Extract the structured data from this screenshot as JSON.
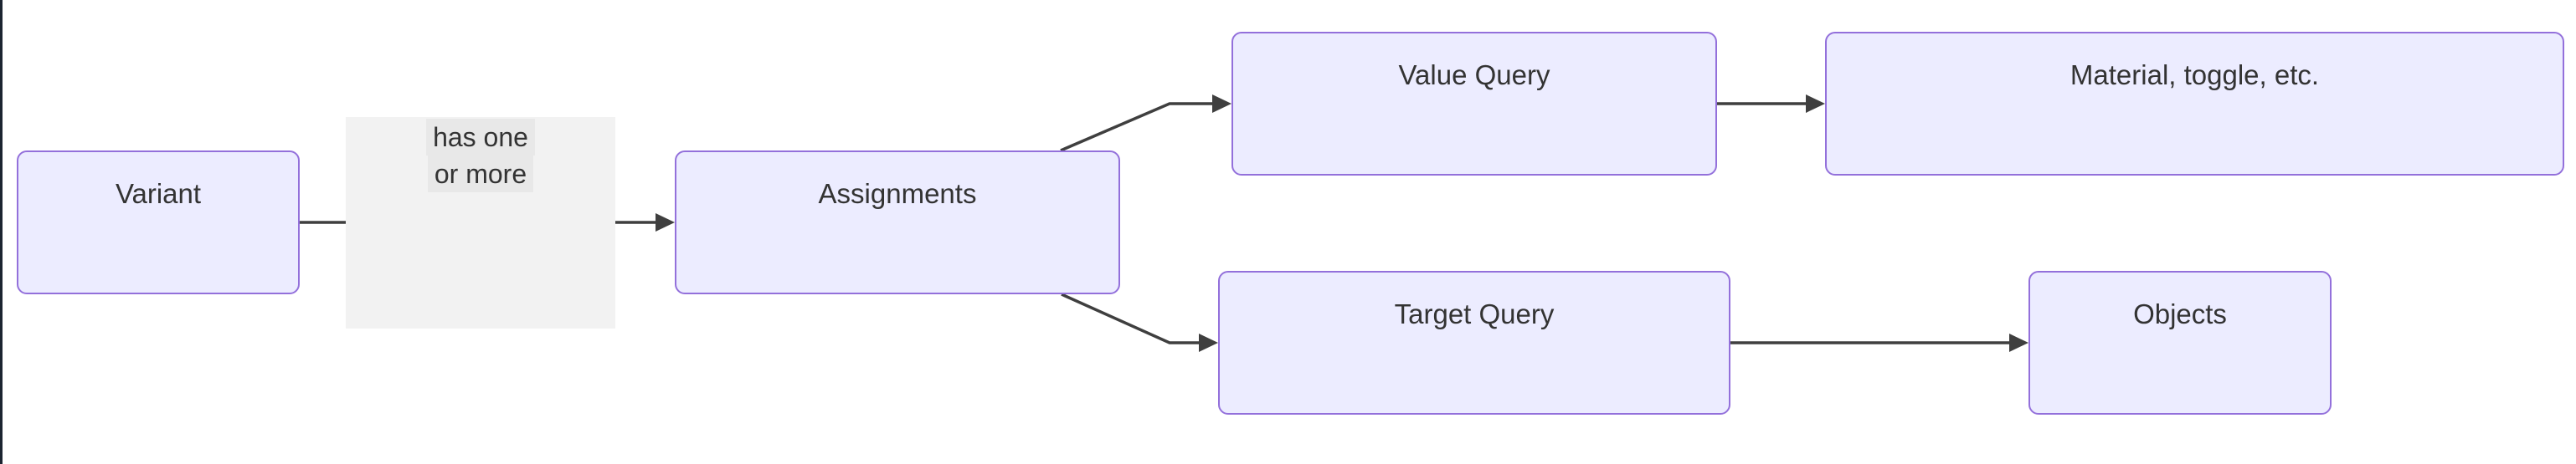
{
  "diagram": {
    "type": "flowchart",
    "direction": "left-to-right",
    "nodes": [
      {
        "id": "variant",
        "label": "Variant"
      },
      {
        "id": "assignments",
        "label": "Assignments"
      },
      {
        "id": "value-query",
        "label": "Value Query"
      },
      {
        "id": "material",
        "label": "Material, toggle, etc."
      },
      {
        "id": "target-query",
        "label": "Target Query"
      },
      {
        "id": "objects",
        "label": "Objects"
      }
    ],
    "edges": [
      {
        "from": "Variant",
        "to": "Assignments",
        "label": "has one or more"
      },
      {
        "from": "Assignments",
        "to": "Value Query",
        "label": ""
      },
      {
        "from": "Assignments",
        "to": "Target Query",
        "label": ""
      },
      {
        "from": "Value Query",
        "to": "Material, toggle, etc.",
        "label": ""
      },
      {
        "from": "Target Query",
        "to": "Objects",
        "label": ""
      }
    ],
    "edge_label": {
      "line1": "has one",
      "line2": "or more"
    },
    "colors": {
      "node_fill": "#ECECFF",
      "node_border": "#9370DB",
      "node_text": "#333333",
      "edge_stroke": "#3f3f3f",
      "edge_label_highlight": "#e8e8e8",
      "edge_label_area": "#f2f2f2",
      "frame_line": "#1b2430",
      "background": "#ffffff"
    }
  }
}
